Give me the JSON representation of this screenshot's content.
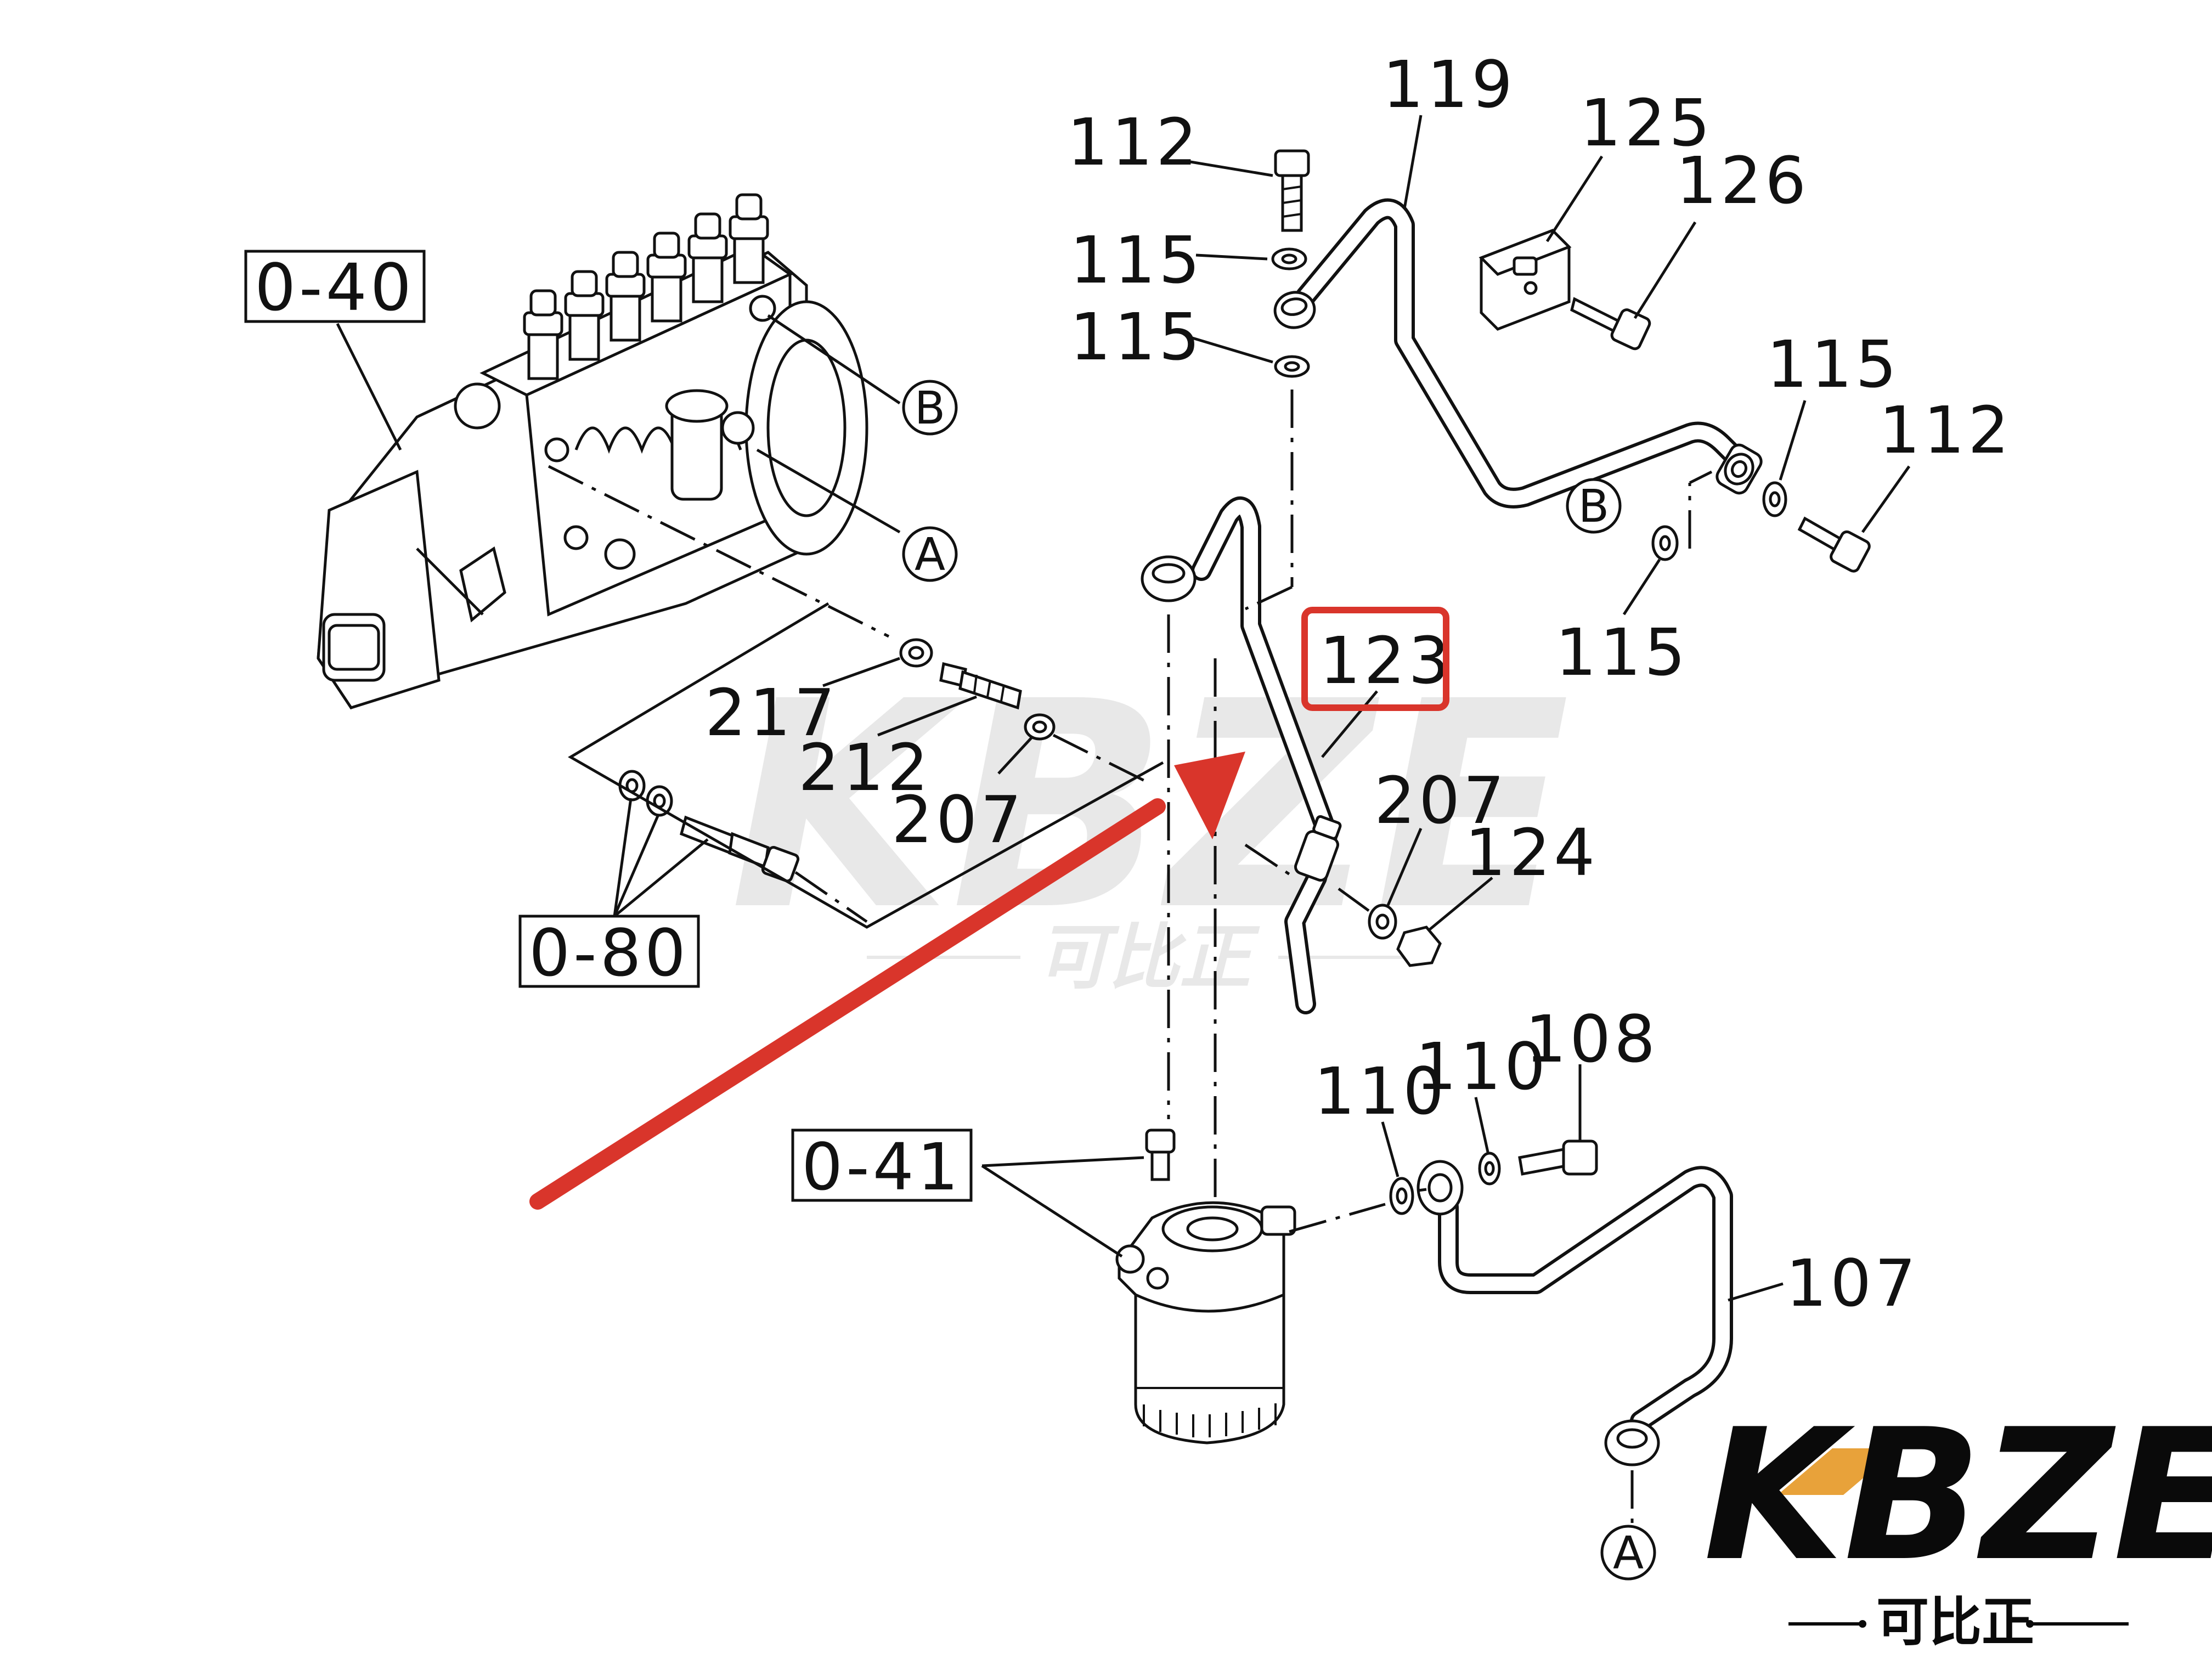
{
  "callouts": {
    "c112a": "112",
    "c119": "119",
    "c125": "125",
    "c126": "126",
    "c115a": "115",
    "c115b": "115",
    "c115c": "115",
    "c112b": "112",
    "c115d": "115",
    "c123": "123",
    "c217": "217",
    "c212": "212",
    "c207a": "207",
    "c207b": "207",
    "c124": "124",
    "c110a": "110",
    "c110b": "110",
    "c108": "108",
    "c107": "107"
  },
  "references": {
    "r040": "0-40",
    "r080": "0-80",
    "r041": "0-41"
  },
  "markers": {
    "mB1": "B",
    "mA1": "A",
    "mB2": "B",
    "mA2": "A"
  },
  "highlight": {
    "label": "123",
    "box_color": "#d9352b",
    "arrow_color": "#d9352b"
  },
  "watermark": {
    "text": "KBZE",
    "subtext": "可比正"
  },
  "logo": {
    "text": "KBZE",
    "subtext": "可比正",
    "accent_color": "#e8a23a"
  }
}
